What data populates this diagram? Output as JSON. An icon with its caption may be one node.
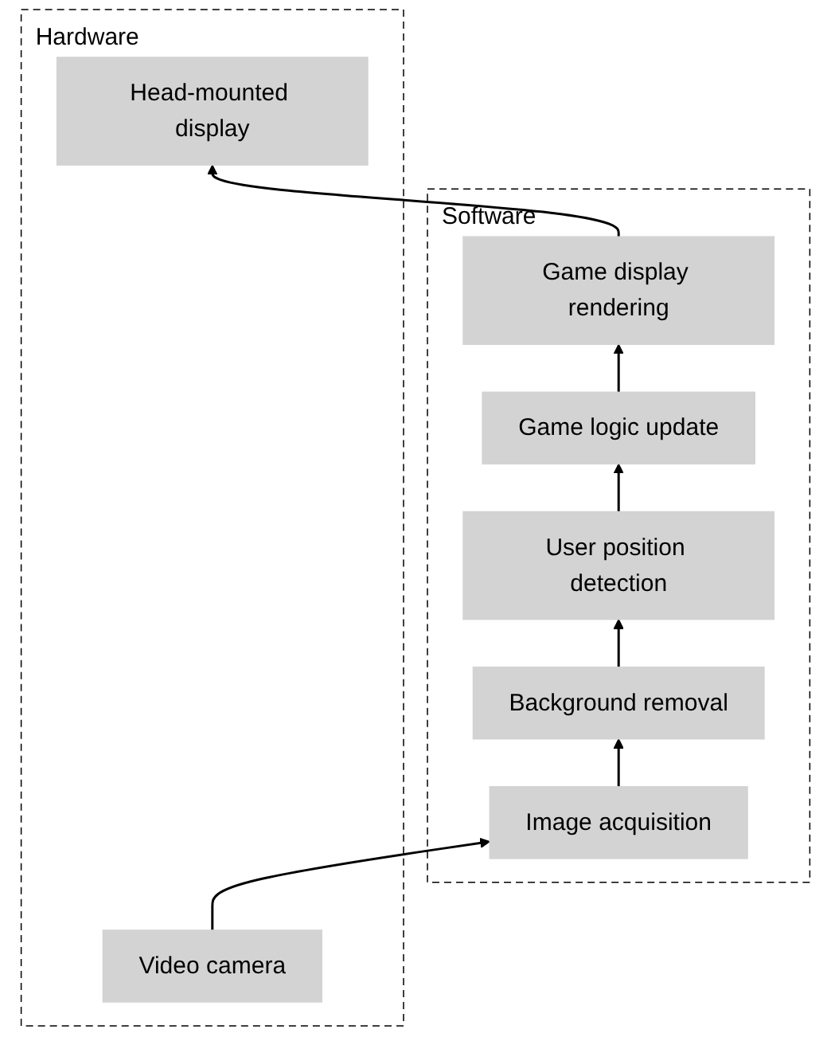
{
  "diagram": {
    "nodes": [
      {
        "text": [
          "Software"
        ]
      },
      {
        "text": [
          "Game display rendering"
        ],
        "in": 0
      },
      {
        "text": [
          "Game logic update"
        ],
        "in": 0
      },
      {
        "text": [
          "User position detection"
        ],
        "in": 0
      },
      {
        "text": [
          "Background removal"
        ],
        "in": 0
      },
      {
        "text": [
          "Image acquisition"
        ],
        "in": 0
      },
      {
        "text": [
          "Hardware"
        ]
      },
      {
        "text": [
          "Head-mounted display"
        ],
        "in": 6
      },
      {
        "text": [
          "Video camera"
        ],
        "in": 6
      }
    ],
    "edges": [
      {
        "from": 5,
        "to": 4,
        "arrow": "to"
      },
      {
        "from": 4,
        "to": 3,
        "arrow": "to"
      },
      {
        "from": 3,
        "to": 2,
        "arrow": "to"
      },
      {
        "from": 2,
        "to": 1,
        "arrow": "to"
      },
      {
        "from": 1,
        "to": 7,
        "arrow": "to"
      },
      {
        "from": 8,
        "to": 5,
        "arrow": "to"
      }
    ]
  }
}
